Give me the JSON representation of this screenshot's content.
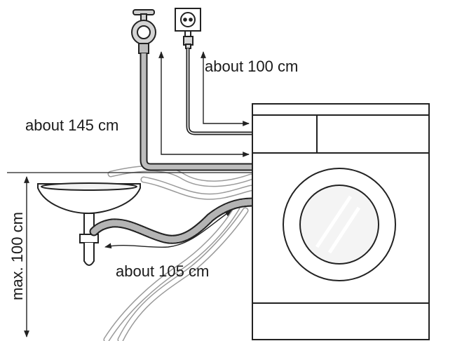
{
  "labels": {
    "power_cable_length": "about 100 cm",
    "inlet_hose_length": "about 145 cm",
    "drain_hose_length": "about 105 cm",
    "max_drain_height": "max. 100 cm"
  },
  "colors": {
    "line": "#222222",
    "hose_fill": "#bdbdbd",
    "ghost_hose": "#a8a8a8",
    "background": "#ffffff"
  },
  "icons": [
    "water-tap-icon",
    "power-socket-icon",
    "power-plug-icon"
  ]
}
